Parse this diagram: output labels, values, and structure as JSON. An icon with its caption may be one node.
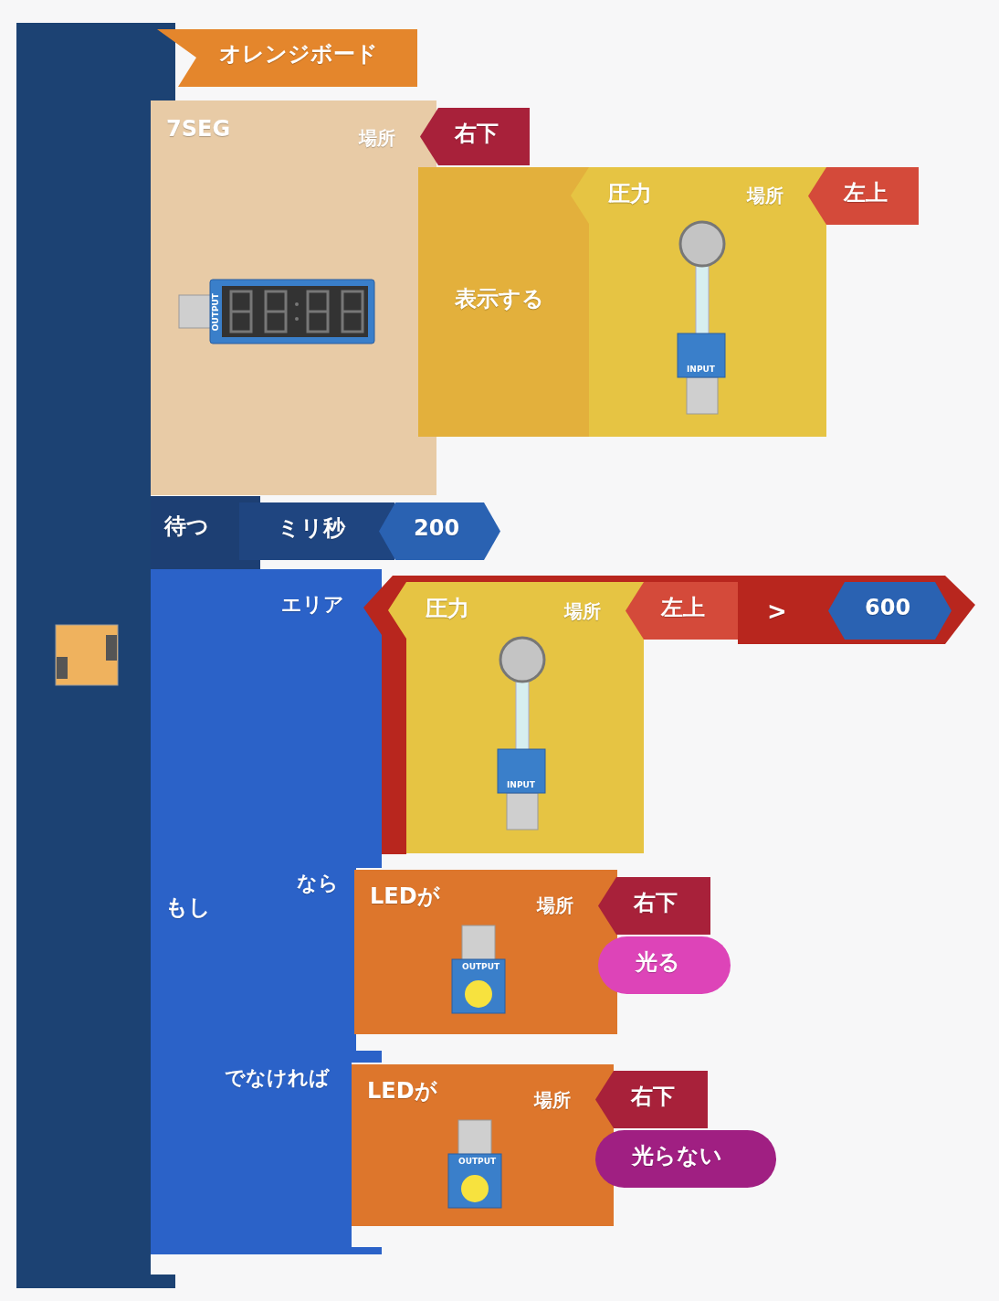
{
  "diagram": {
    "nodes": [
      {
        "text": [
          "オレンジボード"
        ]
      },
      {
        "text": [],
        "shape": "picture",
        "in": 0
      },
      {
        "text": [
          "7SEG",
          "場所"
        ],
        "in": 0
      },
      {
        "text": [
          "右下"
        ]
      },
      {
        "text": [],
        "shape": "picture",
        "in": 2
      },
      {
        "text": [
          "表示する"
        ]
      },
      {
        "text": [
          "圧力",
          "場所"
        ]
      },
      {
        "text": [
          "左上"
        ]
      },
      {
        "text": [],
        "shape": "picture",
        "in": 6
      },
      {
        "text": [
          "待つ"
        ],
        "in": 0
      },
      {
        "text": [
          "ミリ秒"
        ],
        "in": 0
      },
      {
        "text": [
          "200"
        ]
      },
      {
        "text": [
          "エリア",
          "なら",
          "もし",
          "でなければ"
        ],
        "in": 0
      },
      {
        "text": [
          ">"
        ]
      },
      {
        "text": [
          "圧力",
          "場所"
        ],
        "in": 13
      },
      {
        "text": [
          "左上"
        ],
        "in": 13
      },
      {
        "text": [],
        "shape": "picture",
        "in": 14
      },
      {
        "text": [
          "600"
        ],
        "in": 13
      },
      {
        "text": [
          "LEDが",
          "場所"
        ]
      },
      {
        "text": [
          "右下"
        ]
      },
      {
        "text": [
          "光る"
        ]
      },
      {
        "text": [],
        "shape": "picture",
        "in": 18
      },
      {
        "text": [
          "LEDが",
          "場所"
        ]
      },
      {
        "text": [
          "右下"
        ]
      },
      {
        "text": [
          "光らない"
        ]
      },
      {
        "text": [],
        "shape": "picture",
        "in": 22
      }
    ],
    "labels": [
      "OUTPUT",
      "INPUT",
      "INPUT",
      "OUTPUT",
      "OUTPUT"
    ]
  }
}
